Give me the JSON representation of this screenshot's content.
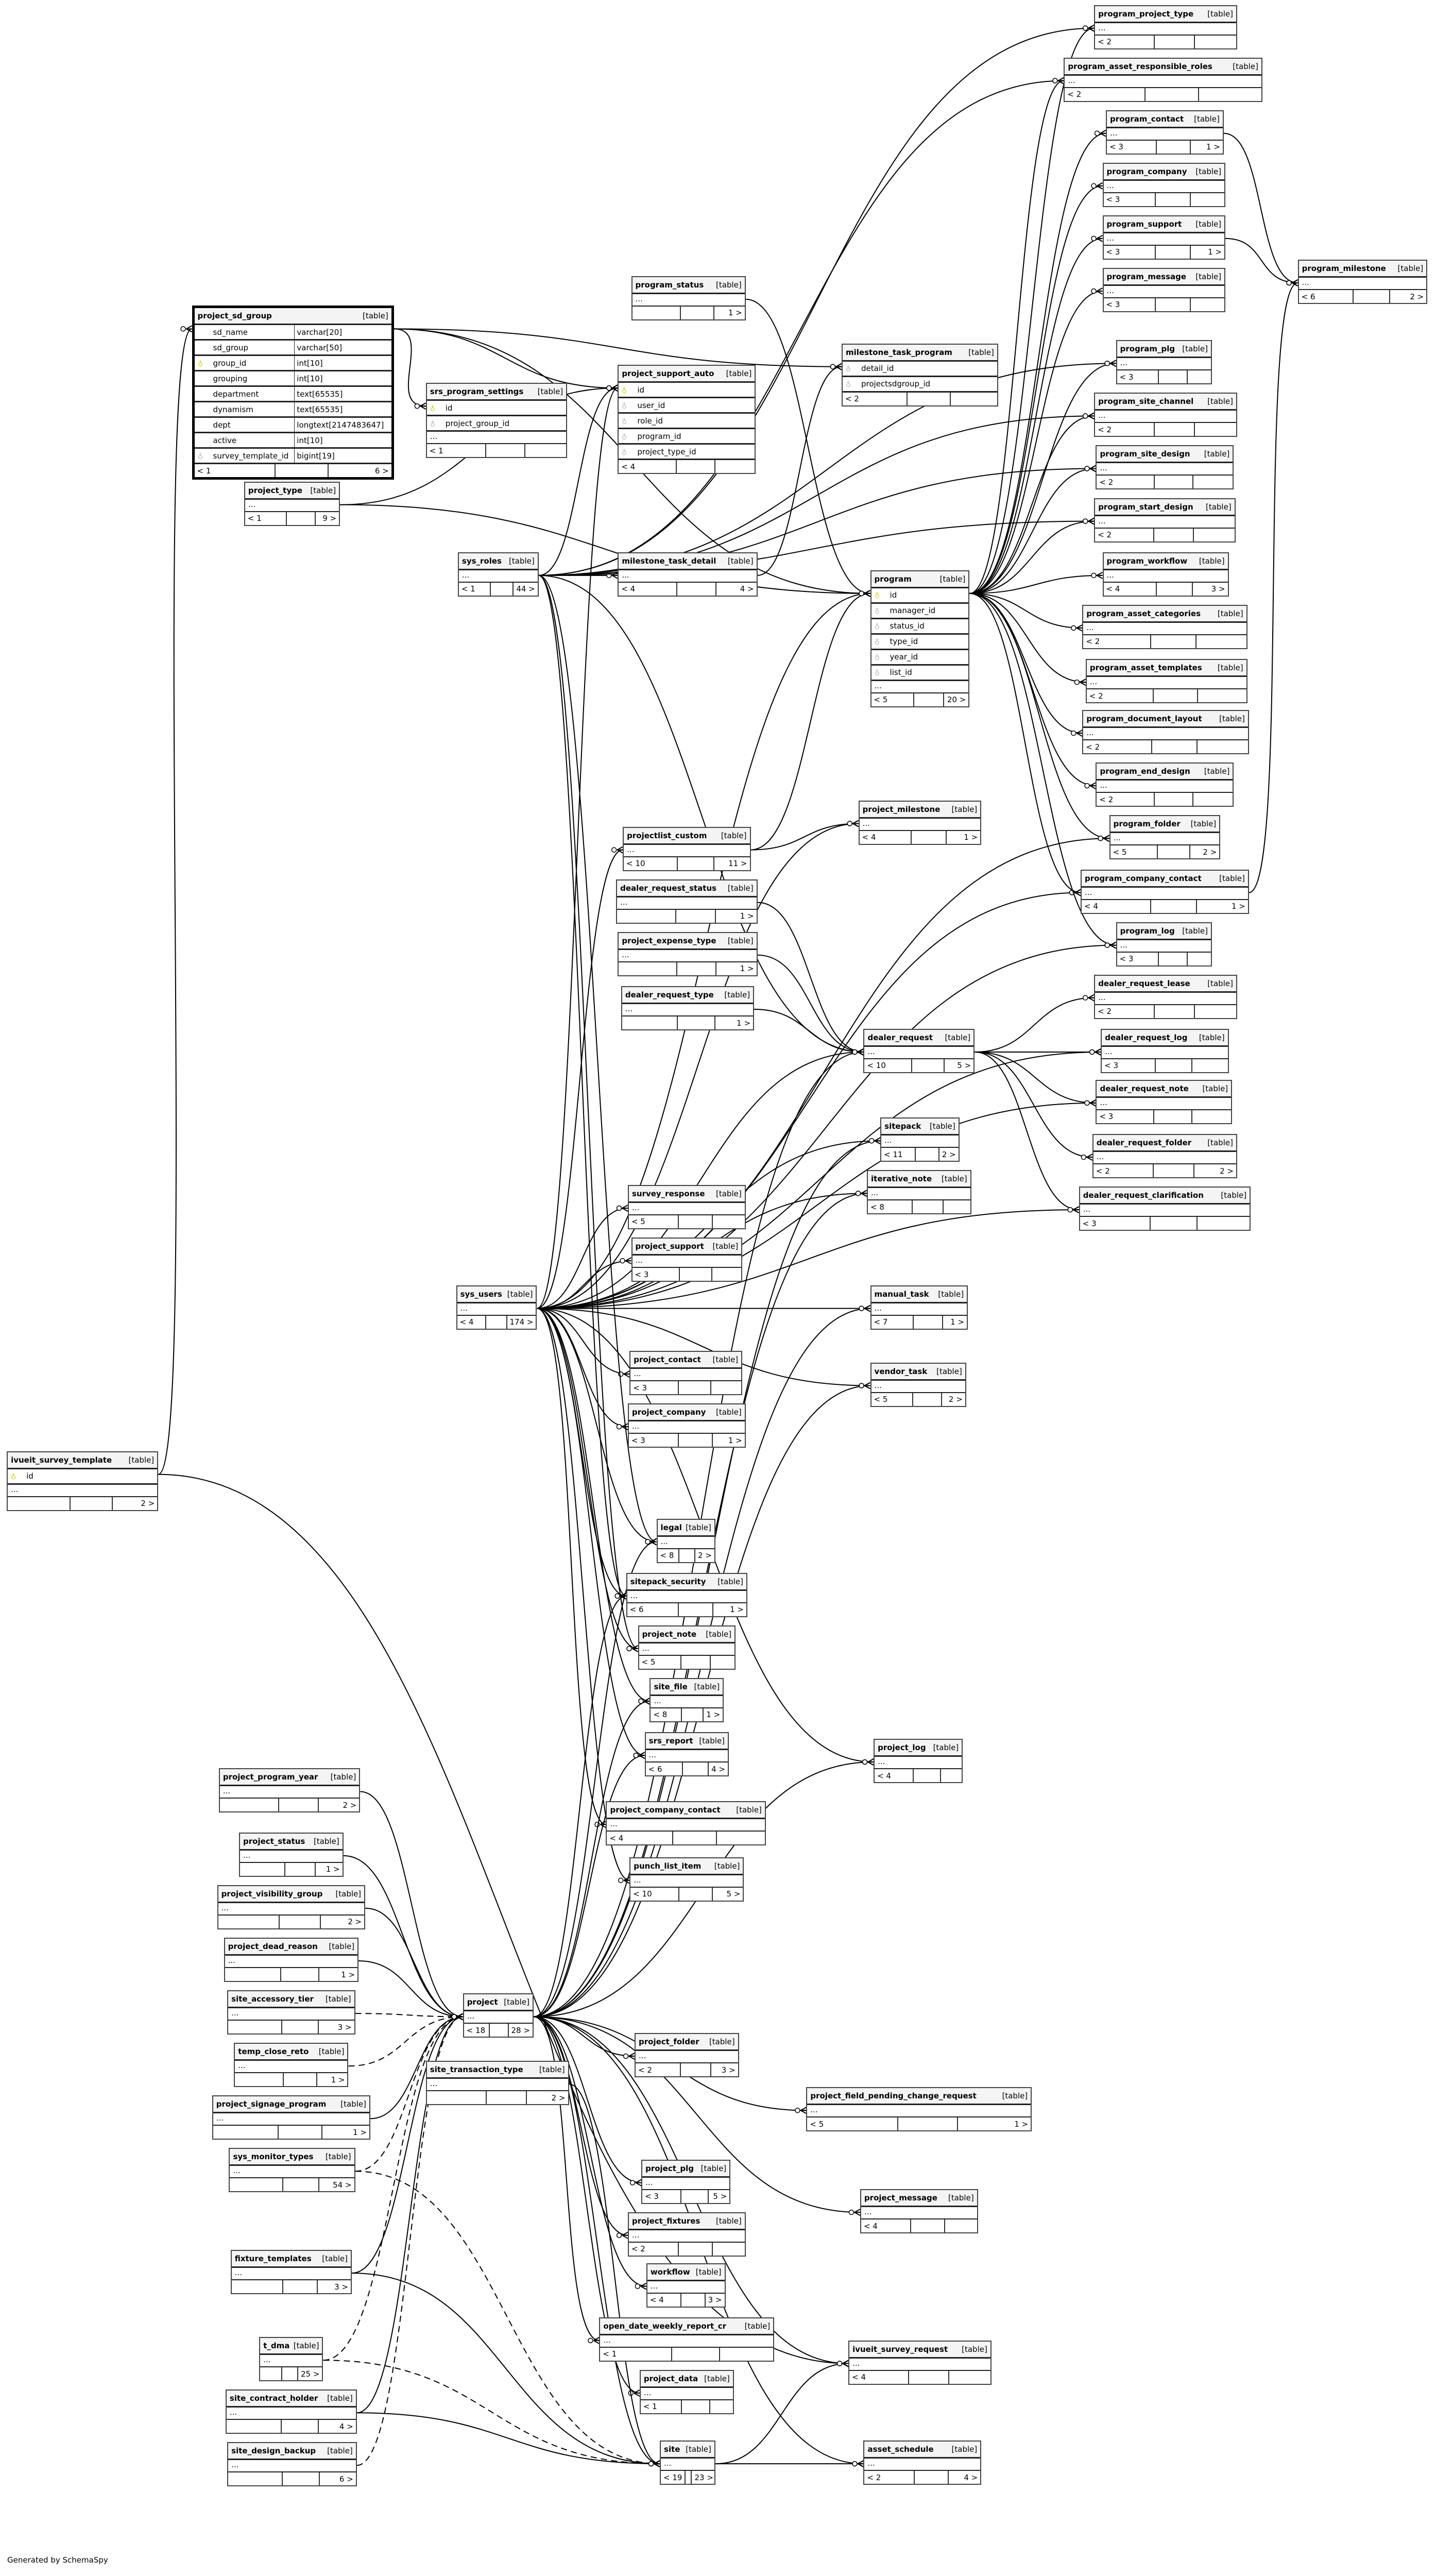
{
  "footer_text": "Generated by SchemaSpy",
  "tables": [
    {
      "name": "program_project_type",
      "label": "[table]",
      "ellipsis": true,
      "footer": [
        "< 2",
        "",
        ""
      ]
    },
    {
      "name": "program_asset_responsible_roles",
      "label": "[table]",
      "ellipsis": true,
      "footer": [
        "< 2",
        "",
        ""
      ]
    },
    {
      "name": "program_contact",
      "label": "[table]",
      "ellipsis": true,
      "footer": [
        "< 3",
        "",
        "1 >"
      ]
    },
    {
      "name": "program_company",
      "label": "[table]",
      "ellipsis": true,
      "footer": [
        "< 3",
        "",
        ""
      ]
    },
    {
      "name": "program_support",
      "label": "[table]",
      "ellipsis": true,
      "footer": [
        "< 3",
        "",
        "1 >"
      ]
    },
    {
      "name": "program_message",
      "label": "[table]",
      "ellipsis": true,
      "footer": [
        "< 3",
        "",
        ""
      ]
    },
    {
      "name": "program_milestone",
      "label": "[table]",
      "ellipsis": true,
      "footer": [
        "< 6",
        "",
        "2 >"
      ]
    },
    {
      "name": "program_plg",
      "label": "[table]",
      "ellipsis": true,
      "footer": [
        "< 3",
        "",
        ""
      ]
    },
    {
      "name": "program_site_channel",
      "label": "[table]",
      "ellipsis": true,
      "footer": [
        "< 2",
        "",
        ""
      ]
    },
    {
      "name": "program_site_design",
      "label": "[table]",
      "ellipsis": true,
      "footer": [
        "< 2",
        "",
        ""
      ]
    },
    {
      "name": "program_start_design",
      "label": "[table]",
      "ellipsis": true,
      "footer": [
        "< 2",
        "",
        ""
      ]
    },
    {
      "name": "program_workflow",
      "label": "[table]",
      "ellipsis": true,
      "footer": [
        "< 4",
        "",
        "3 >"
      ]
    },
    {
      "name": "program_asset_categories",
      "label": "[table]",
      "ellipsis": true,
      "footer": [
        "< 2",
        "",
        ""
      ]
    },
    {
      "name": "program_asset_templates",
      "label": "[table]",
      "ellipsis": true,
      "footer": [
        "< 2",
        "",
        ""
      ]
    },
    {
      "name": "program_document_layout",
      "label": "[table]",
      "ellipsis": true,
      "footer": [
        "< 2",
        "",
        ""
      ]
    },
    {
      "name": "program_end_design",
      "label": "[table]",
      "ellipsis": true,
      "footer": [
        "< 2",
        "",
        ""
      ]
    },
    {
      "name": "program_folder",
      "label": "[table]",
      "ellipsis": true,
      "footer": [
        "< 5",
        "",
        "2 >"
      ]
    },
    {
      "name": "program_company_contact",
      "label": "[table]",
      "ellipsis": true,
      "footer": [
        "< 4",
        "",
        "1 >"
      ]
    },
    {
      "name": "program_log",
      "label": "[table]",
      "ellipsis": true,
      "footer": [
        "< 3",
        "",
        ""
      ]
    },
    {
      "name": "dealer_request_lease",
      "label": "[table]",
      "ellipsis": true,
      "footer": [
        "< 2",
        "",
        ""
      ]
    },
    {
      "name": "dealer_request_log",
      "label": "[table]",
      "ellipsis": true,
      "footer": [
        "< 3",
        "",
        ""
      ]
    },
    {
      "name": "dealer_request_note",
      "label": "[table]",
      "ellipsis": true,
      "footer": [
        "< 3",
        "",
        ""
      ]
    },
    {
      "name": "dealer_request_folder",
      "label": "[table]",
      "ellipsis": true,
      "footer": [
        "< 2",
        "",
        "2 >"
      ]
    },
    {
      "name": "dealer_request_clarification",
      "label": "[table]",
      "ellipsis": true,
      "footer": [
        "< 3",
        "",
        ""
      ]
    },
    {
      "name": "program_status",
      "label": "[table]",
      "ellipsis": true,
      "footer": [
        "",
        "",
        "1 >"
      ]
    },
    {
      "name": "milestone_task_program",
      "label": "[table]",
      "ellipsis": false,
      "columns": [
        {
          "name": "detail_id",
          "key": "fk"
        },
        {
          "name": "projectsdgroup_id",
          "key": "fk"
        }
      ],
      "footer": [
        "< 2",
        "",
        ""
      ]
    },
    {
      "name": "project_support_auto",
      "label": "[table]",
      "ellipsis": false,
      "columns": [
        {
          "name": "id",
          "key": "pk"
        },
        {
          "name": "user_id",
          "key": "fk"
        },
        {
          "name": "role_id",
          "key": "fk"
        },
        {
          "name": "program_id",
          "key": "fk"
        },
        {
          "name": "project_type_id",
          "key": "fk"
        }
      ],
      "footer": [
        "< 4",
        "",
        ""
      ]
    },
    {
      "name": "srs_program_settings",
      "label": "[table]",
      "ellipsis": true,
      "columns": [
        {
          "name": "id",
          "key": "pk"
        },
        {
          "name": "project_group_id",
          "key": "fk"
        }
      ],
      "footer": [
        "< 1",
        "",
        ""
      ]
    },
    {
      "name": "project_sd_group",
      "label": "[table]",
      "ellipsis": false,
      "focus": true,
      "columns": [
        {
          "name": "sd_name",
          "type": "varchar[20]",
          "key": ""
        },
        {
          "name": "sd_group",
          "type": "varchar[50]",
          "key": ""
        },
        {
          "name": "group_id",
          "type": "int[10]",
          "key": "pk"
        },
        {
          "name": "grouping",
          "type": "int[10]",
          "key": ""
        },
        {
          "name": "department",
          "type": "text[65535]",
          "key": ""
        },
        {
          "name": "dynamism",
          "type": "text[65535]",
          "key": ""
        },
        {
          "name": "dept",
          "type": "longtext[2147483647]",
          "key": ""
        },
        {
          "name": "active",
          "type": "int[10]",
          "key": ""
        },
        {
          "name": "survey_template_id",
          "type": "bigint[19]",
          "key": "fk"
        }
      ],
      "footer": [
        "< 1",
        "",
        "6 >"
      ]
    },
    {
      "name": "project_type",
      "label": "[table]",
      "ellipsis": true,
      "footer": [
        "< 1",
        "",
        "9 >"
      ]
    },
    {
      "name": "sys_roles",
      "label": "[table]",
      "ellipsis": true,
      "footer": [
        "< 1",
        "",
        "44 >"
      ]
    },
    {
      "name": "milestone_task_detail",
      "label": "[table]",
      "ellipsis": true,
      "footer": [
        "< 4",
        "",
        "4 >"
      ]
    },
    {
      "name": "program",
      "label": "[table]",
      "ellipsis": true,
      "columns": [
        {
          "name": "id",
          "key": "pk"
        },
        {
          "name": "manager_id",
          "key": "fk"
        },
        {
          "name": "status_id",
          "key": "fk"
        },
        {
          "name": "type_id",
          "key": "fk"
        },
        {
          "name": "year_id",
          "key": "fk"
        },
        {
          "name": "list_id",
          "key": "fk"
        }
      ],
      "footer": [
        "< 5",
        "",
        "20 >"
      ]
    },
    {
      "name": "project_milestone",
      "label": "[table]",
      "ellipsis": true,
      "footer": [
        "< 4",
        "",
        "1 >"
      ]
    },
    {
      "name": "projectlist_custom",
      "label": "[table]",
      "ellipsis": true,
      "footer": [
        "< 10",
        "",
        "11 >"
      ]
    },
    {
      "name": "dealer_request_status",
      "label": "[table]",
      "ellipsis": true,
      "footer": [
        "",
        "",
        "1 >"
      ]
    },
    {
      "name": "project_expense_type",
      "label": "[table]",
      "ellipsis": true,
      "footer": [
        "",
        "",
        "1 >"
      ]
    },
    {
      "name": "dealer_request_type",
      "label": "[table]",
      "ellipsis": true,
      "footer": [
        "",
        "",
        "1 >"
      ]
    },
    {
      "name": "dealer_request",
      "label": "[table]",
      "ellipsis": true,
      "footer": [
        "< 10",
        "",
        "5 >"
      ]
    },
    {
      "name": "sitepack",
      "label": "[table]",
      "ellipsis": true,
      "footer": [
        "< 11",
        "",
        "2 >"
      ]
    },
    {
      "name": "iterative_note",
      "label": "[table]",
      "ellipsis": true,
      "footer": [
        "< 8",
        "",
        ""
      ]
    },
    {
      "name": "survey_response",
      "label": "[table]",
      "ellipsis": true,
      "footer": [
        "< 5",
        "",
        ""
      ]
    },
    {
      "name": "project_support",
      "label": "[table]",
      "ellipsis": true,
      "footer": [
        "< 3",
        "",
        ""
      ]
    },
    {
      "name": "sys_users",
      "label": "[table]",
      "ellipsis": true,
      "footer": [
        "< 4",
        "",
        "174 >"
      ]
    },
    {
      "name": "manual_task",
      "label": "[table]",
      "ellipsis": true,
      "footer": [
        "< 7",
        "",
        "1 >"
      ]
    },
    {
      "name": "project_contact",
      "label": "[table]",
      "ellipsis": true,
      "footer": [
        "< 3",
        "",
        ""
      ]
    },
    {
      "name": "vendor_task",
      "label": "[table]",
      "ellipsis": true,
      "footer": [
        "< 5",
        "",
        "2 >"
      ]
    },
    {
      "name": "project_company",
      "label": "[table]",
      "ellipsis": true,
      "footer": [
        "< 3",
        "",
        "1 >"
      ]
    },
    {
      "name": "ivueit_survey_template",
      "label": "[table]",
      "ellipsis": true,
      "columns": [
        {
          "name": "id",
          "key": "pk"
        }
      ],
      "footer": [
        "",
        "",
        "2 >"
      ]
    },
    {
      "name": "legal",
      "label": "[table]",
      "ellipsis": true,
      "footer": [
        "< 8",
        "",
        "2 >"
      ]
    },
    {
      "name": "sitepack_security",
      "label": "[table]",
      "ellipsis": true,
      "footer": [
        "< 6",
        "",
        "1 >"
      ]
    },
    {
      "name": "project_note",
      "label": "[table]",
      "ellipsis": true,
      "footer": [
        "< 5",
        "",
        ""
      ]
    },
    {
      "name": "site_file",
      "label": "[table]",
      "ellipsis": true,
      "footer": [
        "< 8",
        "",
        "1 >"
      ]
    },
    {
      "name": "srs_report",
      "label": "[table]",
      "ellipsis": true,
      "footer": [
        "< 6",
        "",
        "4 >"
      ]
    },
    {
      "name": "project_log",
      "label": "[table]",
      "ellipsis": true,
      "footer": [
        "< 4",
        "",
        ""
      ]
    },
    {
      "name": "project_program_year",
      "label": "[table]",
      "ellipsis": true,
      "footer": [
        "",
        "",
        "2 >"
      ]
    },
    {
      "name": "project_company_contact",
      "label": "[table]",
      "ellipsis": true,
      "footer": [
        "< 4",
        "",
        ""
      ]
    },
    {
      "name": "project_status",
      "label": "[table]",
      "ellipsis": true,
      "footer": [
        "",
        "",
        "1 >"
      ]
    },
    {
      "name": "punch_list_item",
      "label": "[table]",
      "ellipsis": true,
      "footer": [
        "< 10",
        "",
        "5 >"
      ]
    },
    {
      "name": "project_visibility_group",
      "label": "[table]",
      "ellipsis": true,
      "footer": [
        "",
        "",
        "2 >"
      ]
    },
    {
      "name": "project_dead_reason",
      "label": "[table]",
      "ellipsis": true,
      "footer": [
        "",
        "",
        "1 >"
      ]
    },
    {
      "name": "site_accessory_tier",
      "label": "[table]",
      "ellipsis": true,
      "footer": [
        "",
        "",
        "3 >"
      ]
    },
    {
      "name": "project",
      "label": "[table]",
      "ellipsis": true,
      "footer": [
        "< 18",
        "",
        "28 >"
      ]
    },
    {
      "name": "temp_close_reto",
      "label": "[table]",
      "ellipsis": true,
      "footer": [
        "",
        "",
        "1 >"
      ]
    },
    {
      "name": "project_folder",
      "label": "[table]",
      "ellipsis": true,
      "footer": [
        "< 2",
        "",
        "3 >"
      ]
    },
    {
      "name": "site_transaction_type",
      "label": "[table]",
      "ellipsis": true,
      "footer": [
        "",
        "",
        "2 >"
      ]
    },
    {
      "name": "project_signage_program",
      "label": "[table]",
      "ellipsis": true,
      "footer": [
        "",
        "",
        "1 >"
      ]
    },
    {
      "name": "project_field_pending_change_request",
      "label": "[table]",
      "ellipsis": true,
      "footer": [
        "< 5",
        "",
        "1 >"
      ]
    },
    {
      "name": "sys_monitor_types",
      "label": "[table]",
      "ellipsis": true,
      "footer": [
        "",
        "",
        "54 >"
      ]
    },
    {
      "name": "project_plg",
      "label": "[table]",
      "ellipsis": true,
      "footer": [
        "< 3",
        "",
        "5 >"
      ]
    },
    {
      "name": "project_message",
      "label": "[table]",
      "ellipsis": true,
      "footer": [
        "< 4",
        "",
        ""
      ]
    },
    {
      "name": "project_fixtures",
      "label": "[table]",
      "ellipsis": true,
      "footer": [
        "< 2",
        "",
        ""
      ]
    },
    {
      "name": "fixture_templates",
      "label": "[table]",
      "ellipsis": true,
      "footer": [
        "",
        "",
        "3 >"
      ]
    },
    {
      "name": "workflow",
      "label": "[table]",
      "ellipsis": true,
      "footer": [
        "< 4",
        "",
        "3 >"
      ]
    },
    {
      "name": "open_date_weekly_report_cr",
      "label": "[table]",
      "ellipsis": true,
      "footer": [
        "< 1",
        "",
        ""
      ]
    },
    {
      "name": "t_dma",
      "label": "[table]",
      "ellipsis": true,
      "footer": [
        "",
        "",
        "25 >"
      ]
    },
    {
      "name": "ivueit_survey_request",
      "label": "[table]",
      "ellipsis": true,
      "footer": [
        "< 4",
        "",
        ""
      ]
    },
    {
      "name": "project_data",
      "label": "[table]",
      "ellipsis": true,
      "footer": [
        "< 1",
        "",
        ""
      ]
    },
    {
      "name": "site_contract_holder",
      "label": "[table]",
      "ellipsis": true,
      "footer": [
        "",
        "",
        "4 >"
      ]
    },
    {
      "name": "site_design_backup",
      "label": "[table]",
      "ellipsis": true,
      "footer": [
        "",
        "",
        "6 >"
      ]
    },
    {
      "name": "site",
      "label": "[table]",
      "ellipsis": true,
      "footer": [
        "< 19",
        "",
        "23 >"
      ]
    },
    {
      "name": "asset_schedule",
      "label": "[table]",
      "ellipsis": true,
      "footer": [
        "< 2",
        "",
        "4 >"
      ]
    }
  ]
}
